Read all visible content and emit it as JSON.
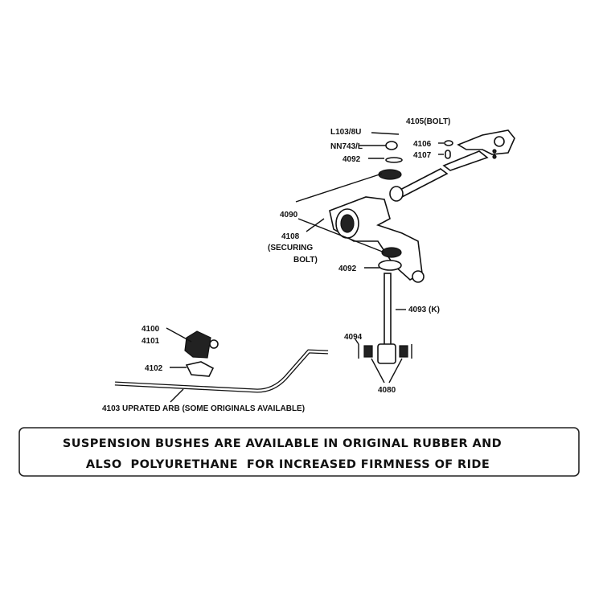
{
  "labels": {
    "bolt_4105": "4105(BOLT)",
    "l103": "L103/8U",
    "nn743": "NN743/L",
    "washer_4092_top": "4092",
    "p4106": "4106",
    "p4107": "4107",
    "p4090": "4090",
    "p4108": "4108",
    "securing": "(SECURING",
    "bolt_close": "BOLT)",
    "washer_4092_low": "4092",
    "p4093": "4093 (K)",
    "p4094": "4094",
    "p4080": "4080",
    "p4100": "4100",
    "p4101": "4101",
    "p4102": "4102",
    "p4103": "4103 UPRATED ARB (SOME ORIGINALS AVAILABLE)"
  },
  "notice": {
    "line1": "SUSPENSION BUSHES ARE AVAILABLE IN ORIGINAL RUBBER AND",
    "line2": "ALSO  POLYURETHANE  FOR INCREASED FIRMNESS OF RIDE"
  }
}
